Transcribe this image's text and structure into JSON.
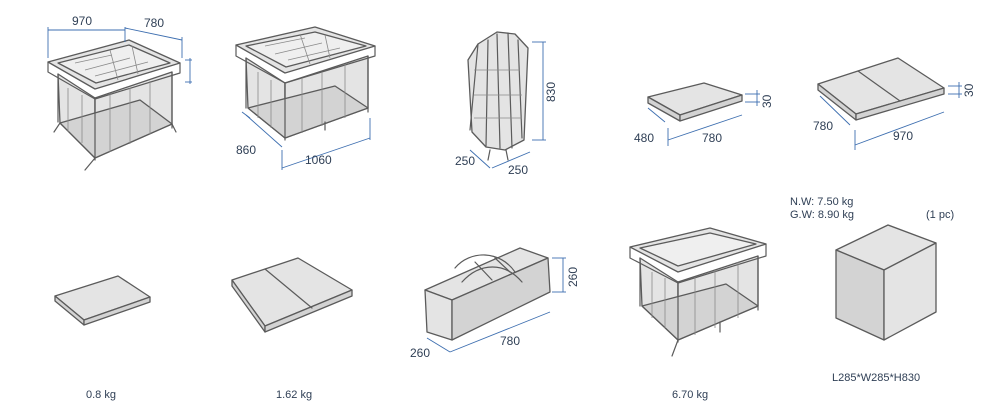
{
  "dimensions": {
    "playard_width": "970",
    "playard_depth": "780",
    "playard_side": "860",
    "playard_length": "1060",
    "folded_height": "830",
    "folded_depth": "250",
    "folded_width": "250",
    "mattress_thickness": "30",
    "mattress_width": "480",
    "mattress_length": "780",
    "mattress2_thickness": "30",
    "mattress2_width": "780",
    "mattress2_length": "970",
    "bag_height": "260",
    "bag_depth": "260",
    "bag_length": "780"
  },
  "weights": {
    "mattress": "0.8 kg",
    "folding_mattress": "1.62 kg",
    "playard": "6.70 kg",
    "net_weight": "N.W: 7.50 kg",
    "gross_weight": "G.W: 8.90 kg",
    "quantity": "(1 pc)"
  },
  "carton": {
    "size": "L285*W285*H830"
  },
  "colors": {
    "outline": "#5b5b5b",
    "fill": "#e4e4e4",
    "dimension_line": "#3e6fb0",
    "text": "#2f3f55"
  }
}
